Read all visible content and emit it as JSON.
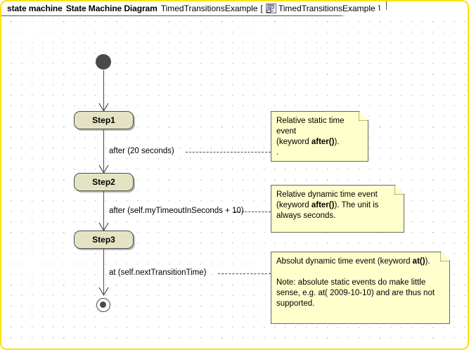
{
  "frame": {
    "border_color": "#ffe000",
    "title_keyword": "state machine",
    "title_type": "State Machine Diagram",
    "title_name": "TimedTransitionsExample",
    "bracket_open": "[",
    "bracket_close": "]",
    "tab_icon": "state-machine-icon",
    "tab_qualifier": "TimedTransitionsExample"
  },
  "diagram": {
    "type": "uml-state-machine",
    "initial_node_label": "initial-node",
    "final_node_label": "final-node",
    "state_fill": "#e4e4c4",
    "note_fill": "#ffffcc",
    "states": [
      {
        "name": "Step1"
      },
      {
        "name": "Step2"
      },
      {
        "name": "Step3"
      }
    ],
    "transitions": [
      {
        "from": "initial",
        "to": "Step1",
        "label": ""
      },
      {
        "from": "Step1",
        "to": "Step2",
        "label": "after (20 seconds)"
      },
      {
        "from": "Step2",
        "to": "Step3",
        "label": "after (self.myTimeoutInSeconds + 10)"
      },
      {
        "from": "Step3",
        "to": "final",
        "label": "at (self.nextTransitionTime)"
      }
    ],
    "notes": [
      {
        "id": "note-relative-static",
        "lines": [
          {
            "pre": "Relative static time event",
            "bold": "",
            "post": ""
          },
          {
            "pre": "(keyword ",
            "bold": "after()",
            "post": ")."
          },
          {
            "pre": ".",
            "bold": "",
            "post": ""
          }
        ]
      },
      {
        "id": "note-relative-dynamic",
        "lines": [
          {
            "pre": "Relative dynamic time event",
            "bold": "",
            "post": ""
          },
          {
            "pre": "(keyword ",
            "bold": "after()",
            "post": "). The unit is"
          },
          {
            "pre": "always seconds.",
            "bold": "",
            "post": ""
          }
        ]
      },
      {
        "id": "note-absolute-dynamic",
        "lines": [
          {
            "pre": "Absolut dynamic time event (keyword ",
            "bold": "at()",
            "post": ")."
          },
          {
            "pre": "",
            "bold": "",
            "post": ""
          },
          {
            "pre": "Note: absolute static events do make little",
            "bold": "",
            "post": ""
          },
          {
            "pre": "sense, e.g. at( 2009-10-10) and are thus not",
            "bold": "",
            "post": ""
          },
          {
            "pre": "supported.",
            "bold": "",
            "post": ""
          }
        ]
      }
    ]
  }
}
